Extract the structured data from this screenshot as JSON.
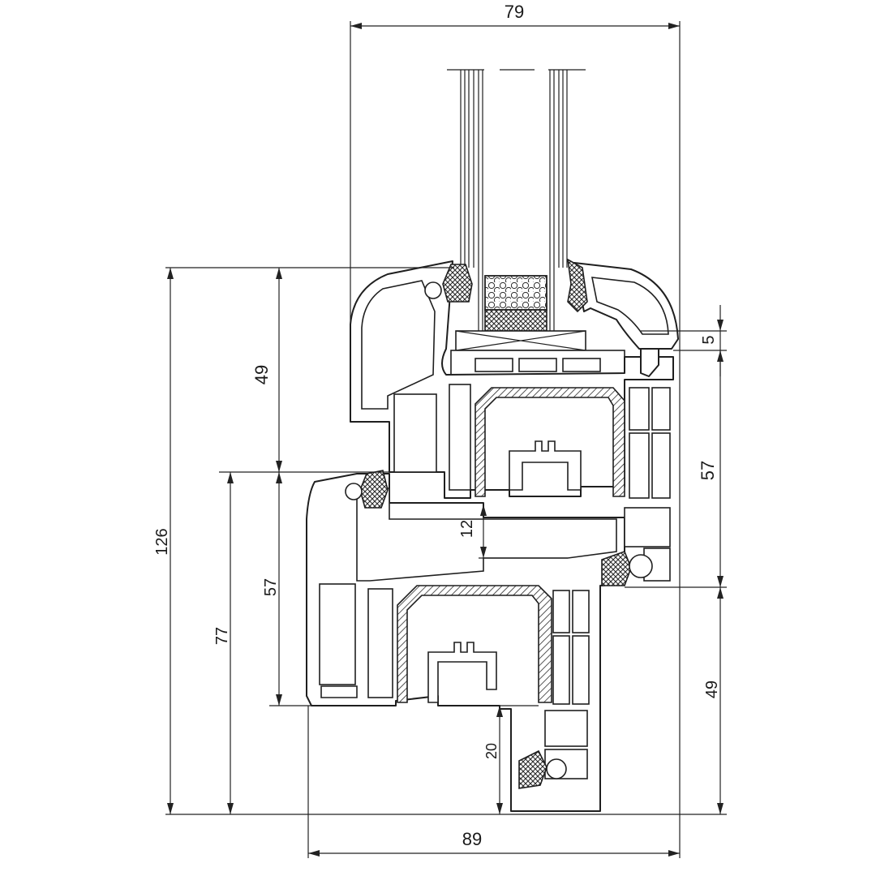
{
  "dimensions": {
    "top_width": "79",
    "bottom_width": "89",
    "total_height": "126",
    "lower_frame_height": "77",
    "sash_height_left": "57",
    "sash_upper": "49",
    "glass_rebate": "5",
    "sash_height_right": "57",
    "frame_height_right": "49",
    "overlap": "12",
    "drain": "20"
  }
}
